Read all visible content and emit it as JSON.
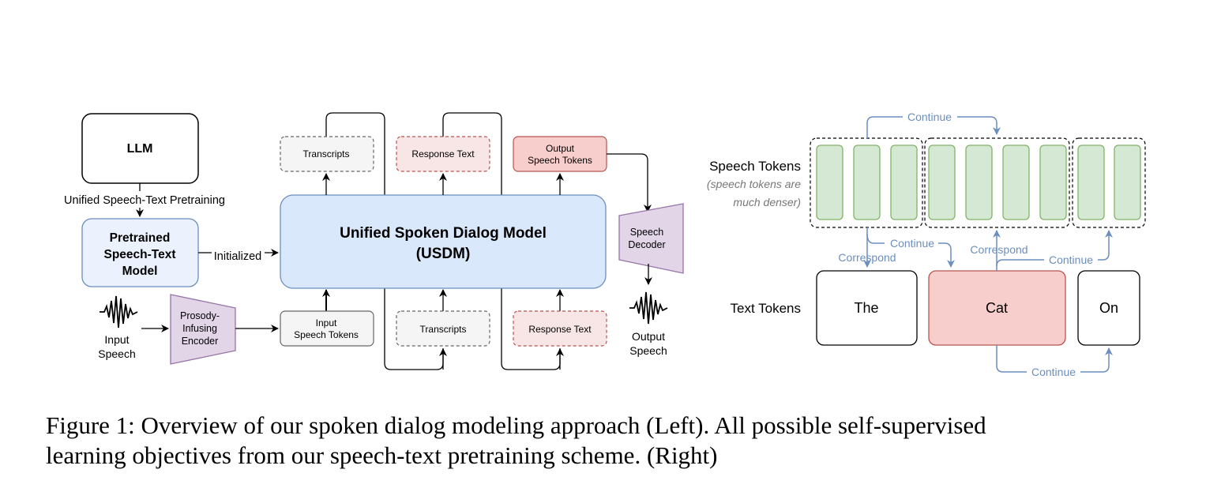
{
  "left": {
    "llm": "LLM",
    "pretraining_label": "Unified Speech-Text Pretraining",
    "pretrained_model": [
      "Pretrained",
      "Speech-Text",
      "Model"
    ],
    "initialized_label": "Initialized",
    "usdm": [
      "Unified Spoken Dialog Model",
      "(USDM)"
    ],
    "input_speech": [
      "Input",
      "Speech"
    ],
    "encoder": [
      "Prosody-",
      "Infusing",
      "Encoder"
    ],
    "input_tokens": [
      "Input",
      "Speech Tokens"
    ],
    "top_transcripts": "Transcripts",
    "top_response": "Response Text",
    "output_tokens": [
      "Output",
      "Speech Tokens"
    ],
    "bottom_transcripts": "Transcripts",
    "bottom_response": "Response Text",
    "decoder": [
      "Speech",
      "Decoder"
    ],
    "output_speech": [
      "Output",
      "Speech"
    ]
  },
  "right": {
    "speech_tokens_label": "Speech Tokens",
    "speech_tokens_note": [
      "(speech tokens are",
      "much denser)"
    ],
    "text_tokens_label": "Text Tokens",
    "tokens": [
      "The",
      "Cat",
      "On"
    ],
    "continue": "Continue",
    "correspond": "Correspond"
  },
  "caption": [
    "Figure 1: Overview of our spoken dialog modeling approach (Left). All possible self-supervised",
    "learning objectives from our speech-text pretraining scheme. (Right)"
  ],
  "colors": {
    "usdm_fill": "#dae8fc",
    "usdm_stroke": "#6c8ebf",
    "purple_fill": "#e1d5e7",
    "purple_stroke": "#9673a6",
    "red_fill": "#f8cecc",
    "red_stroke": "#b85450",
    "green_fill": "#d5e8d4",
    "green_stroke": "#82b366",
    "arrow_blue": "#6c8ebf",
    "pink_fill": "#f8e6e6"
  }
}
